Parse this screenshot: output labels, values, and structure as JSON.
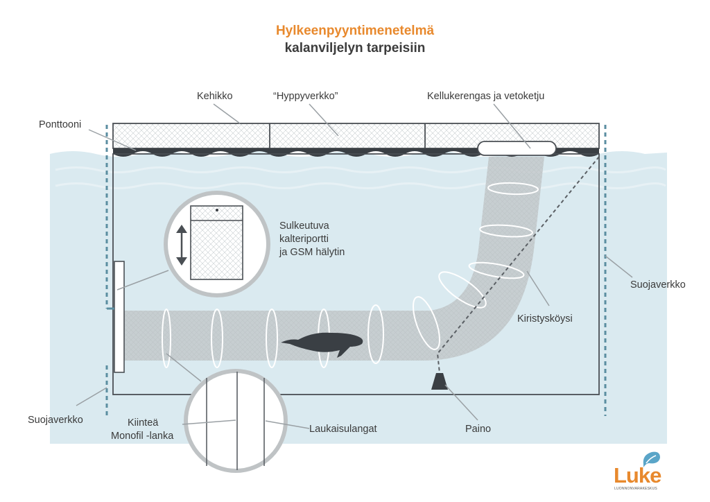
{
  "title": {
    "line1": "Hylkeenpyyntimenetelmä",
    "line2": "kalanviljelyn tarpeisiin"
  },
  "labels": {
    "kehikko": "Kehikko",
    "hyppyverkko": "“Hyppyverkko”",
    "kellukerengas": "Kellukerengas ja vetoketju",
    "ponttooni": "Ponttooni",
    "portti_1": "Sulkeutuva",
    "portti_2": "kalteriportti",
    "portti_3": "ja GSM hälytin",
    "suojaverkko_right": "Suojaverkko",
    "kiristyskoysi": "Kiristysköysi",
    "suojaverkko_left": "Suojaverkko",
    "kiintea": "Kiinteä",
    "monofil": "Monofil -lanka",
    "laukaisulangat": "Laukaisulangat",
    "paino": "Paino"
  },
  "logo": {
    "name": "Luke",
    "subtitle": "LUONNONVARAKESKUS"
  },
  "colors": {
    "accent": "#e8892d",
    "water": "#daeaf0",
    "net": "#c8cccd",
    "frame": "#3a3f44",
    "protective_net": "#5b8ea1"
  }
}
